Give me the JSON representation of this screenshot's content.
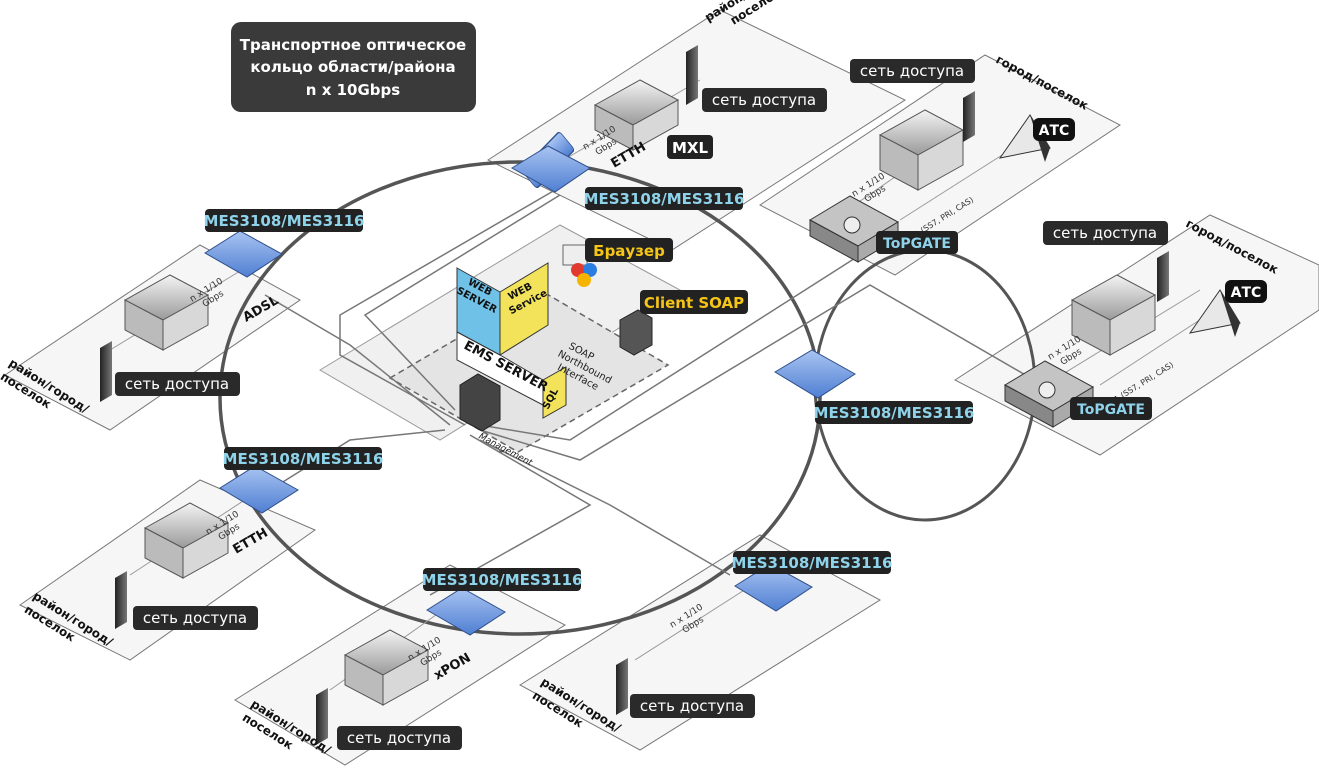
{
  "title_box": {
    "line1": "Транспортное оптическое",
    "line2": "кольцо области/района",
    "line3": "n x 10Gbps"
  },
  "mes_label": "MES3108/MES3116",
  "access_net": "сеть доступа",
  "district": {
    "l1": "район/город/",
    "l2": "поселок"
  },
  "city": "город/поселок",
  "uplink": {
    "l1": "n x 1/10",
    "l2": "Gbps"
  },
  "tech": {
    "adsl": "ADSL",
    "etth": "ETTH",
    "xpon": "xPON",
    "mxl": "MXL"
  },
  "topgate": "ToPGATE",
  "atc": "АТС",
  "e1": "E1 (SS7, PRI, CAS)",
  "ems": {
    "server": "EMS SERVER",
    "web_server_l1": "WEB",
    "web_server_l2": "SERVER",
    "web_service_l1": "WEB",
    "web_service_l2": "Service",
    "sql": "SQL",
    "soap_l1": "SOAP",
    "soap_l2": "Northbound",
    "soap_l3": "Interface",
    "management": "Management"
  },
  "browser": "Браузер",
  "client_soap": "Client SOAP",
  "colors": {
    "label_bg": "#222222",
    "mes_text": "#8fd3ea",
    "white_text": "#ffffff",
    "yellow_text": "#f5c518",
    "ring": "#555555",
    "switch_blue": "#5b87d6",
    "web_server_bg": "#6fc1e8",
    "web_service_bg": "#f2e35a"
  }
}
